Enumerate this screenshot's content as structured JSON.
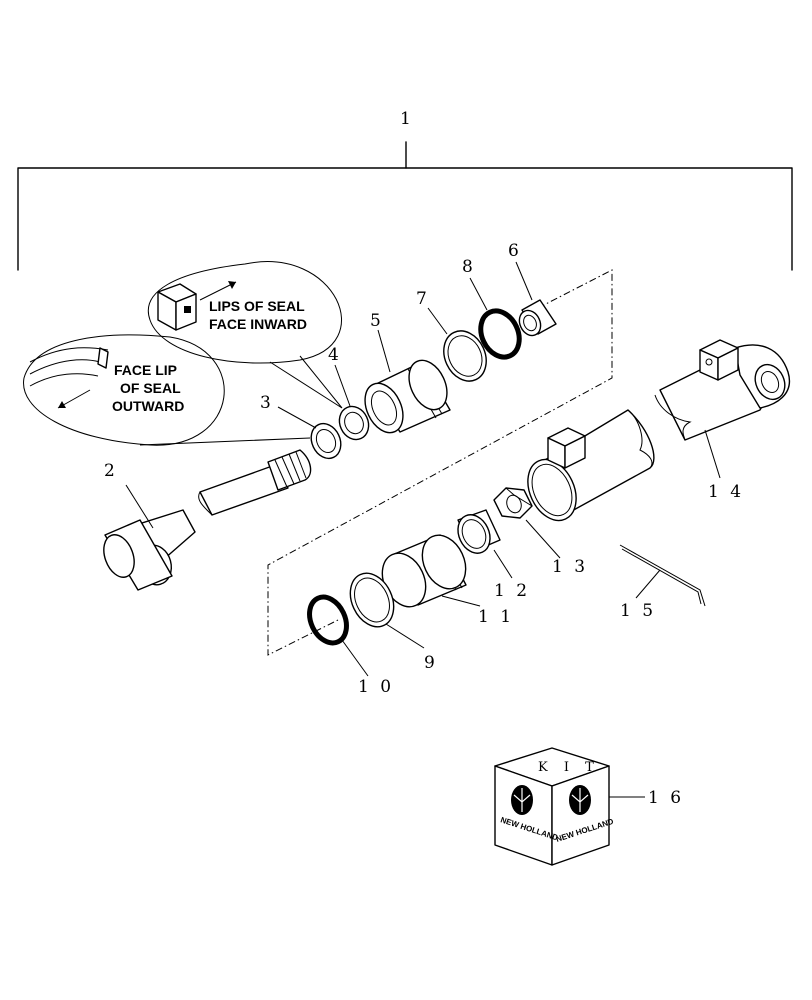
{
  "callouts": {
    "c1": "1",
    "c2": "2",
    "c3": "3",
    "c4": "4",
    "c5": "5",
    "c6": "6",
    "c7": "7",
    "c8": "8",
    "c9": "9",
    "c10": "1 0",
    "c11": "1 1",
    "c12": "1 2",
    "c13": "1 3",
    "c14": "1 4",
    "c15": "1 5",
    "c16": "1 6"
  },
  "notes": {
    "inward_line1": "LIPS OF SEAL",
    "inward_line2": "FACE INWARD",
    "outward_line1": "FACE LIP",
    "outward_line2": "OF SEAL",
    "outward_line3": "OUTWARD"
  },
  "kit": {
    "label": "K I T",
    "logo_left": "NEW HOLLAND",
    "logo_right": "NEW HOLLAND"
  }
}
